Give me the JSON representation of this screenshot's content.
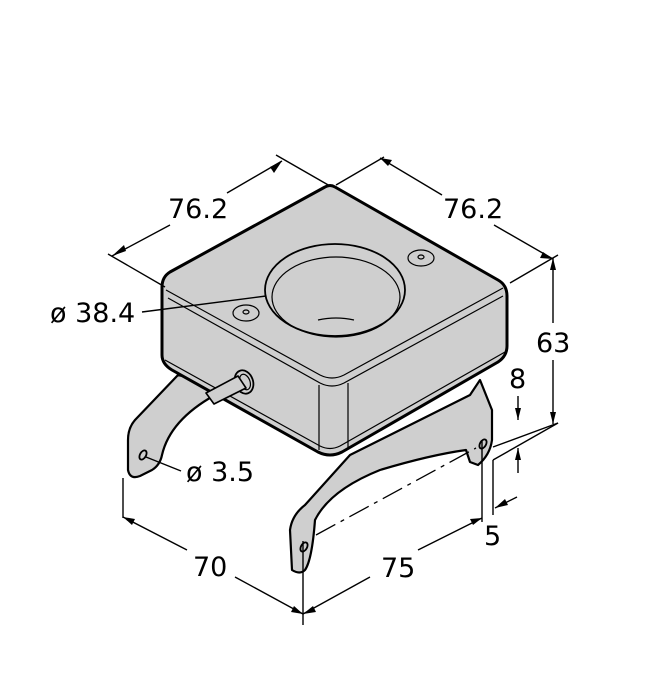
{
  "drawing": {
    "type": "isometric dimension drawing",
    "part": "sensor housing with mounting bracket",
    "colors": {
      "body": "#cfcfcf",
      "line": "#000000",
      "background": "#ffffff"
    },
    "dimensions": {
      "width_left": "76.2",
      "width_right": "76.2",
      "bore_diameter": "ø 38.4",
      "hole_diameter": "ø 3.5",
      "height_total": "63",
      "bracket_offset": "8",
      "bracket_thickness": "5",
      "bracket_depth": "70",
      "bracket_span": "75"
    }
  }
}
